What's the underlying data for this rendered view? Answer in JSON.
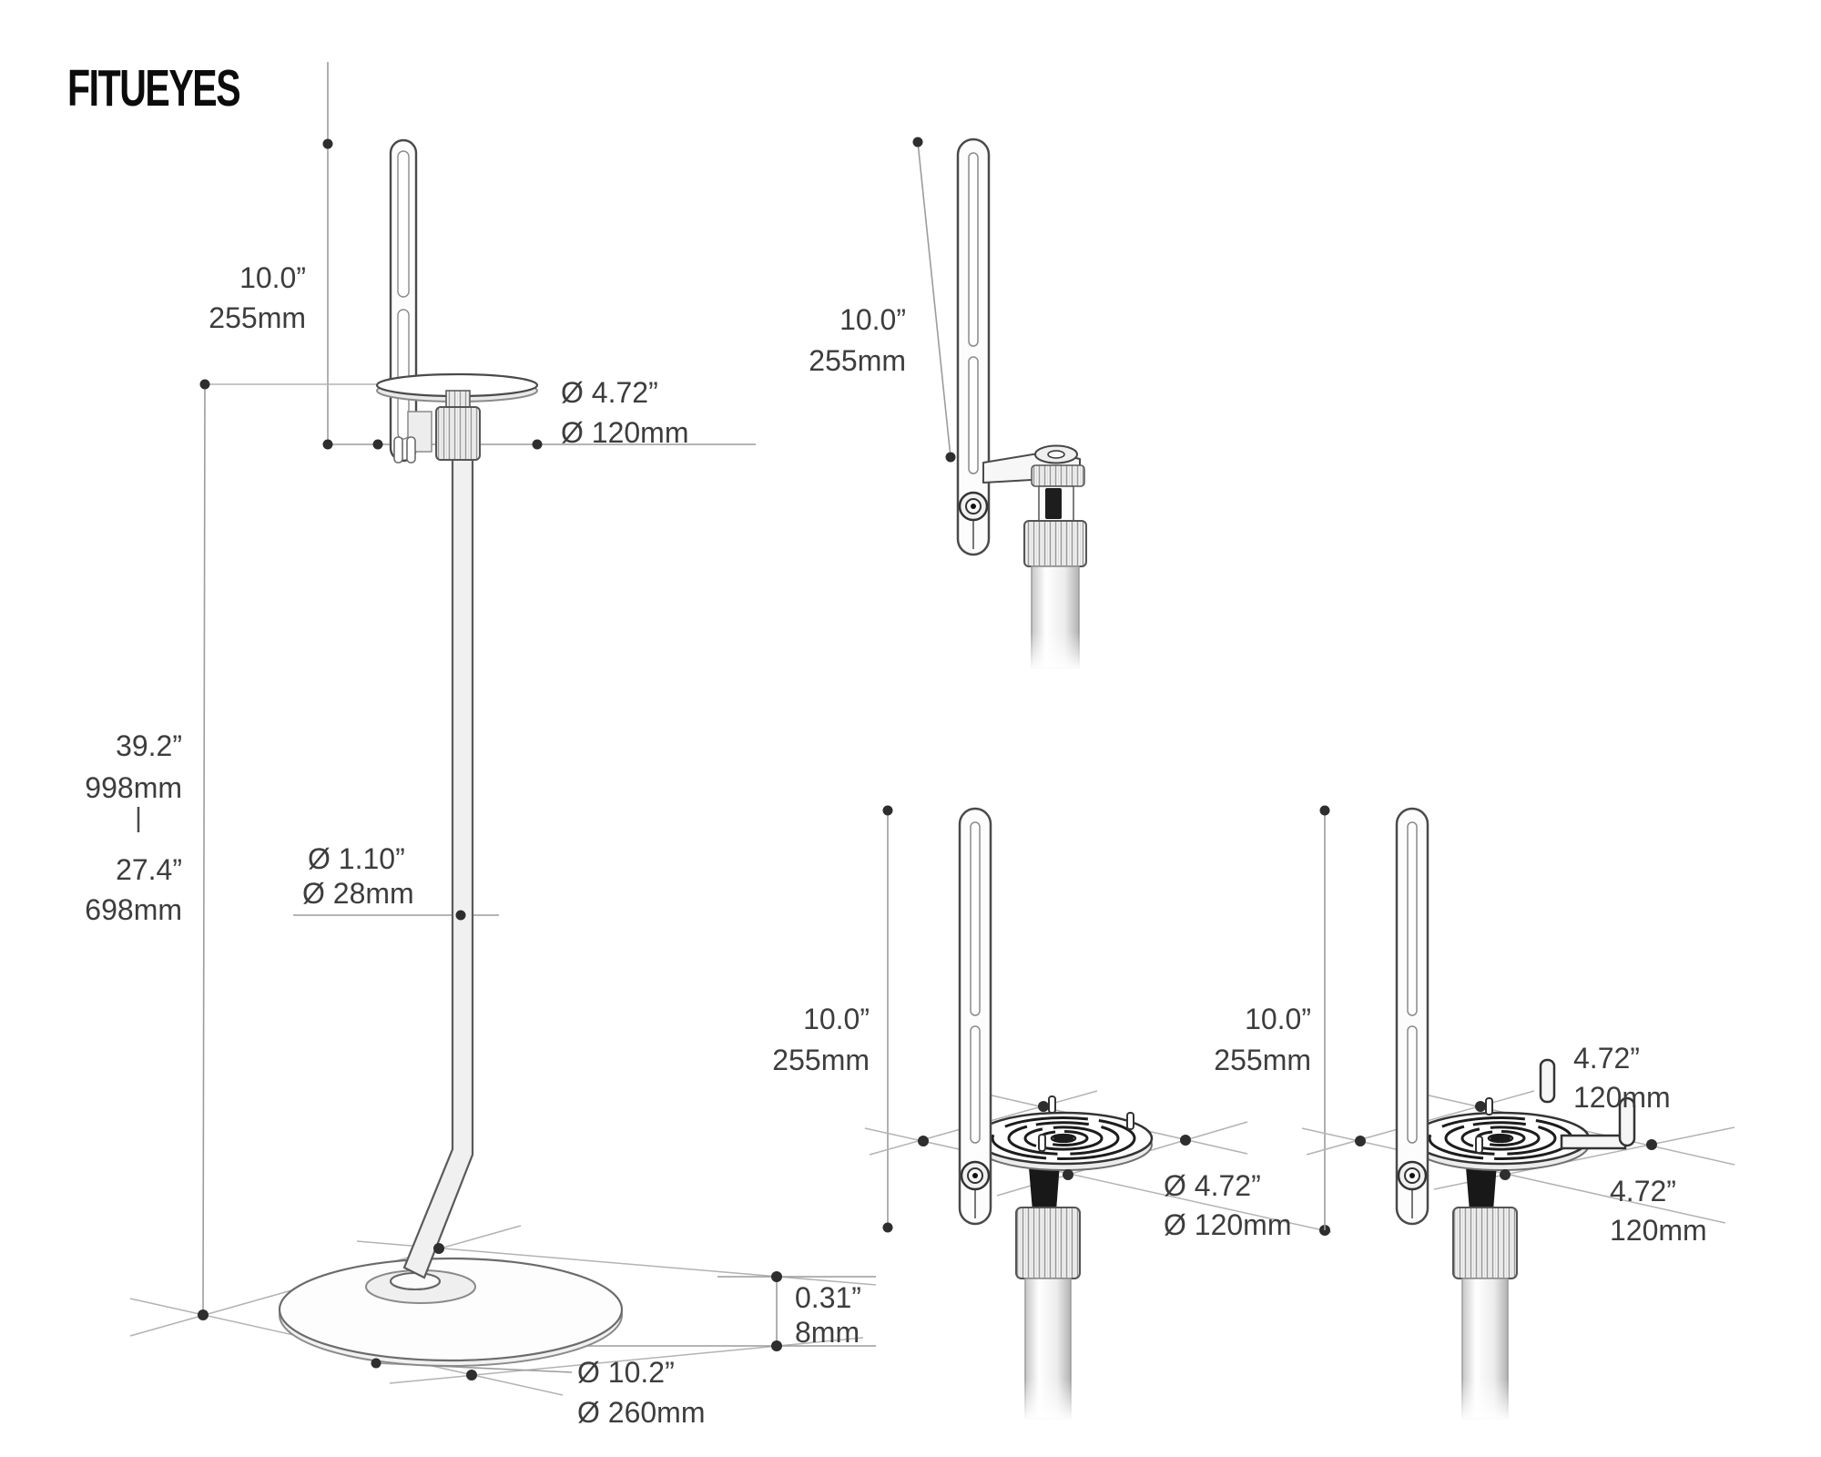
{
  "brand": {
    "logo_text": "FITUEYES"
  },
  "figures": {
    "main": {
      "bracket_height": {
        "inches": "10.0”",
        "metric": "255mm"
      },
      "platform_diameter": {
        "inches": "Ø 4.72”",
        "metric": "Ø 120mm"
      },
      "height_range": {
        "max_inches": "39.2”",
        "max_metric": "998mm",
        "min_inches": "27.4”",
        "min_metric": "698mm"
      },
      "pole_diameter": {
        "inches": "Ø 1.10”",
        "metric": "Ø 28mm"
      },
      "base_thickness": {
        "inches": "0.31”",
        "metric": "8mm"
      },
      "base_diameter": {
        "inches": "Ø 10.2”",
        "metric": "Ø 260mm"
      }
    },
    "side_view": {
      "bracket_height": {
        "inches": "10.0”",
        "metric": "255mm"
      }
    },
    "tray_view": {
      "bracket_height": {
        "inches": "10.0”",
        "metric": "255mm"
      },
      "tray_diameter": {
        "inches": "Ø 4.72”",
        "metric": "Ø 120mm"
      }
    },
    "tray_hook_view": {
      "bracket_height": {
        "inches": "10.0”",
        "metric": "255mm"
      },
      "tray_width": {
        "inches": "4.72”",
        "metric": "120mm"
      },
      "tray_depth": {
        "inches": "4.72”",
        "metric": "120mm"
      }
    }
  },
  "colors": {
    "line_art": "#4a4a4a",
    "dimension_line": "#9c9c9c",
    "dimension_dot": "#2e2e2e",
    "text": "#3d3d3d"
  }
}
